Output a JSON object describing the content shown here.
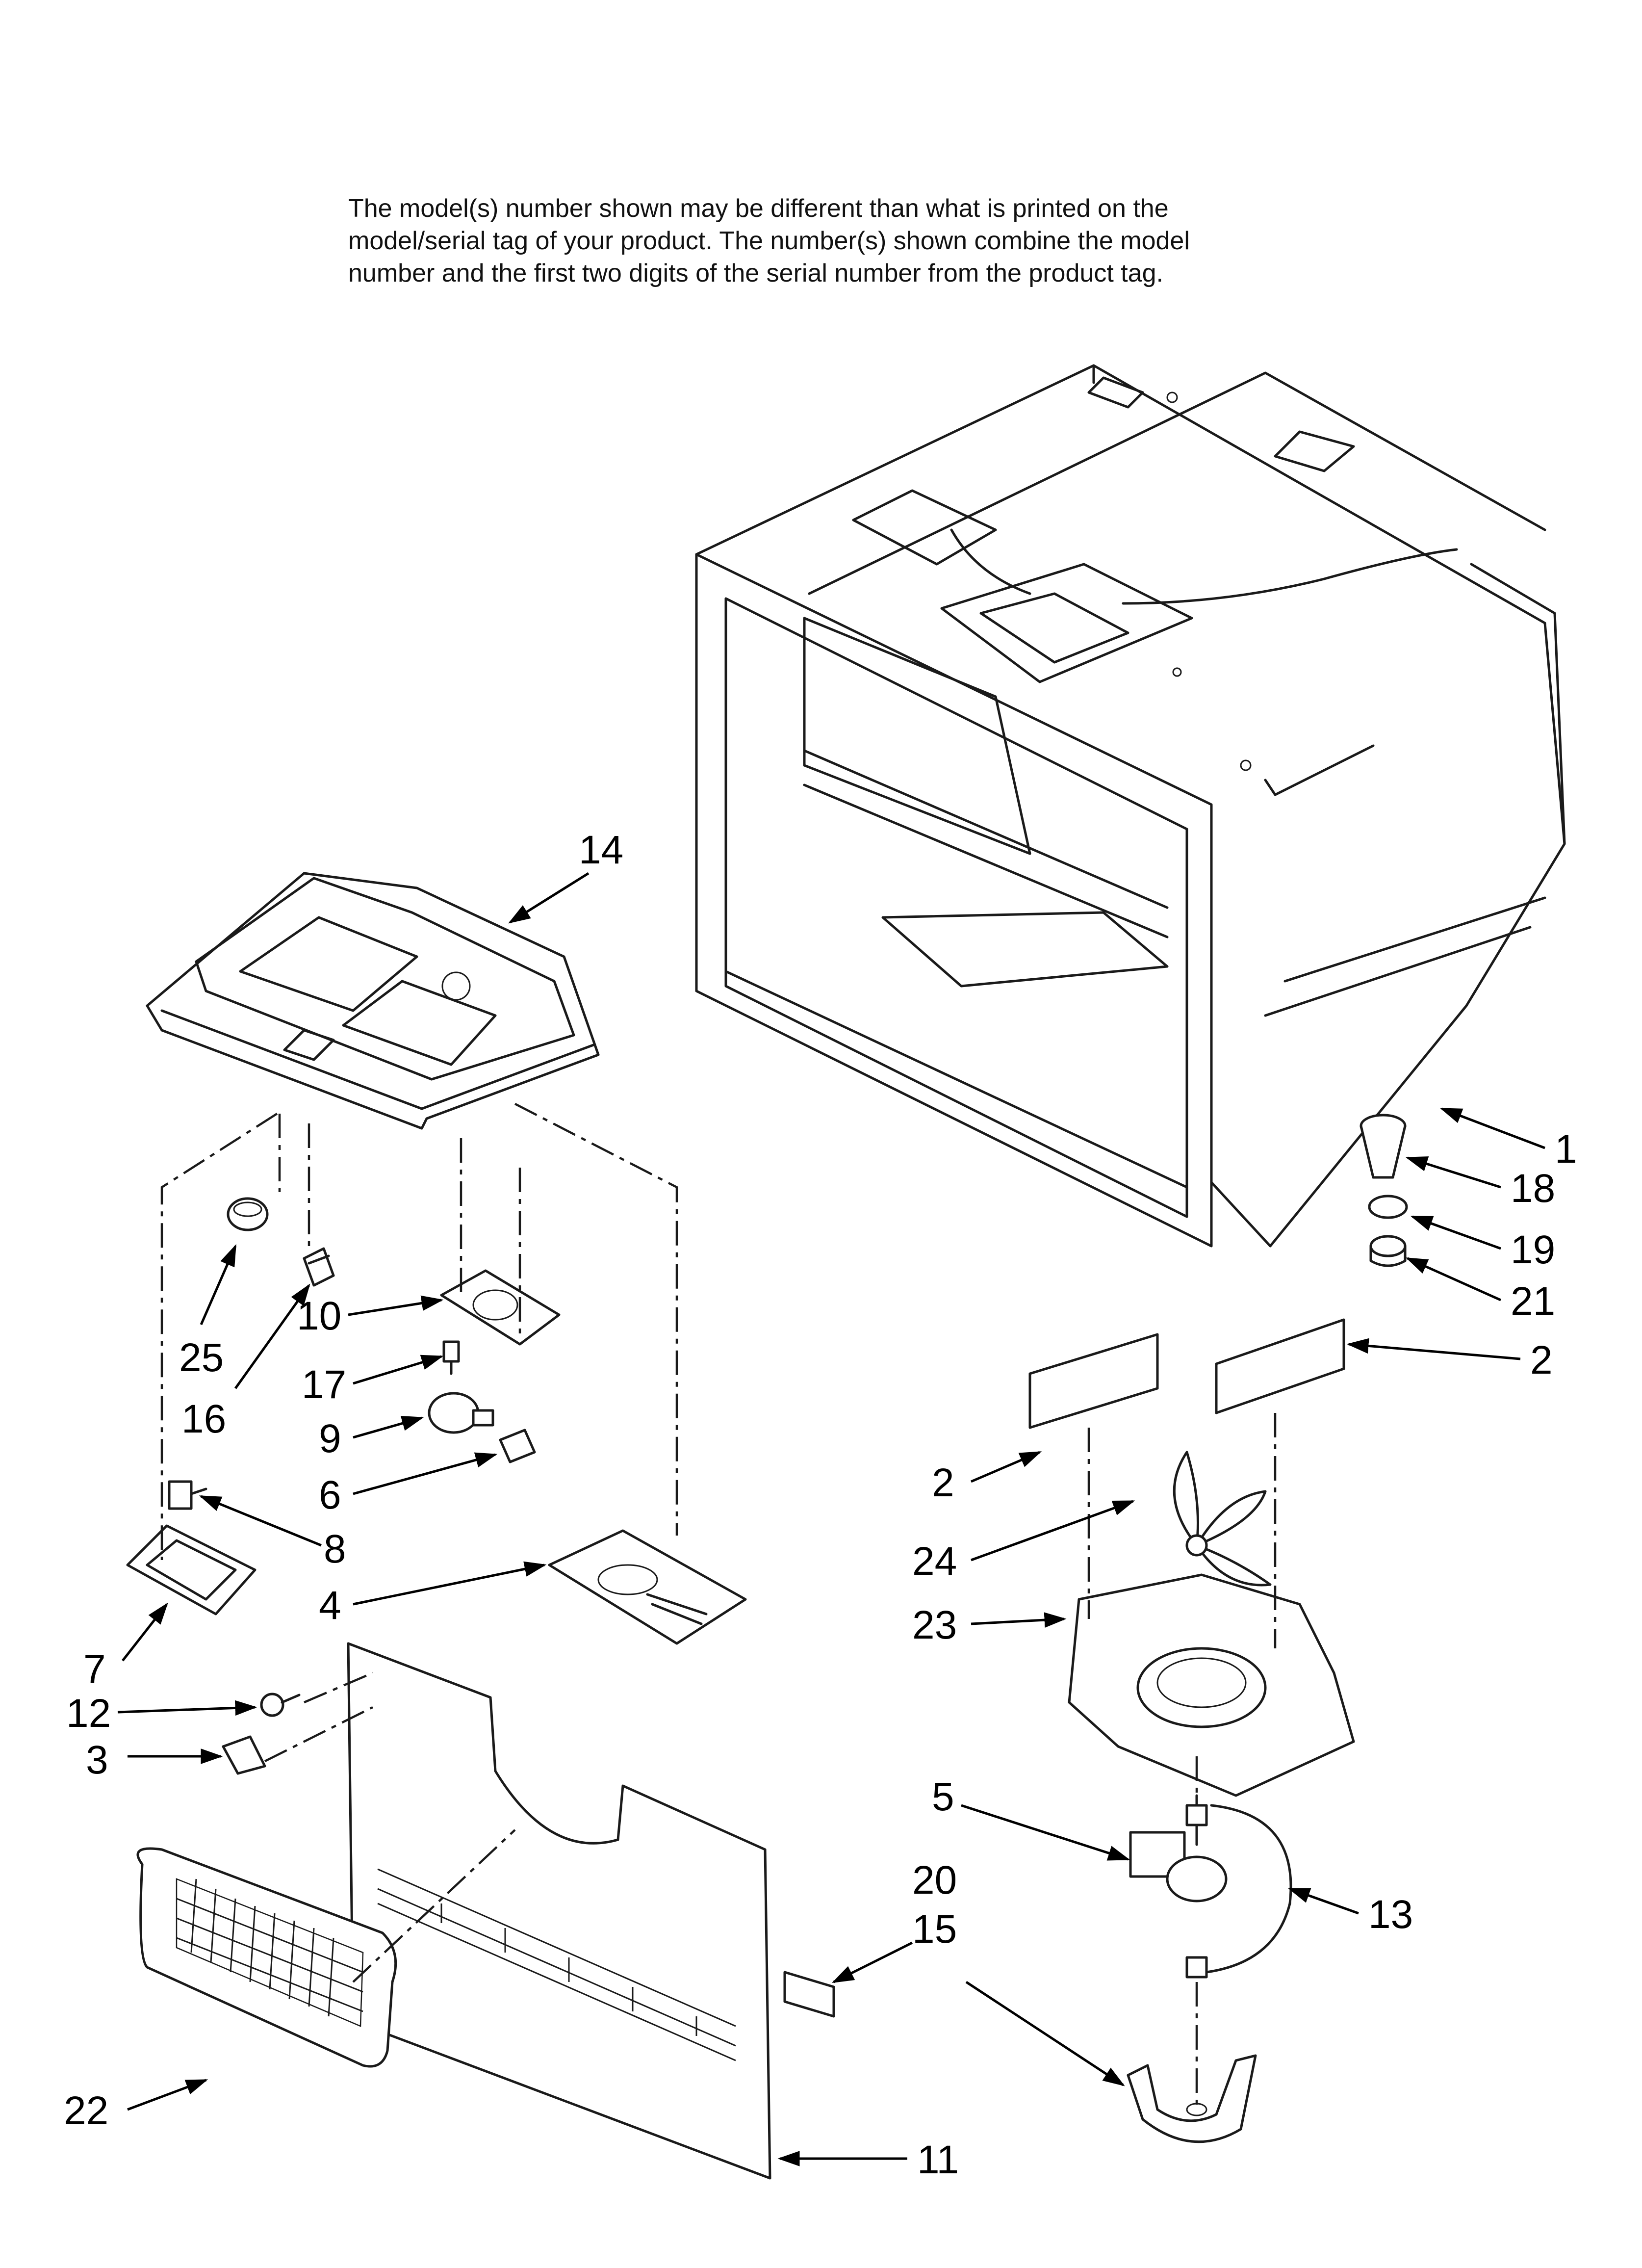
{
  "note": {
    "lines": [
      "The model(s) number shown may be different than what is printed on the",
      "model/serial tag of your product. The number(s) shown combine the model",
      "number and the first two digits of the serial number from the product tag."
    ]
  },
  "callouts": {
    "c1": "1",
    "c2a": "2",
    "c2b": "2",
    "c3": "3",
    "c4": "4",
    "c5": "5",
    "c6": "6",
    "c7": "7",
    "c8": "8",
    "c9": "9",
    "c10": "10",
    "c11": "11",
    "c12": "12",
    "c13": "13",
    "c14": "14",
    "c15": "15",
    "c16": "16",
    "c17": "17",
    "c18": "18",
    "c19": "19",
    "c20": "20",
    "c21": "21",
    "c22": "22",
    "c23": "23",
    "c24": "24",
    "c25": "25"
  }
}
